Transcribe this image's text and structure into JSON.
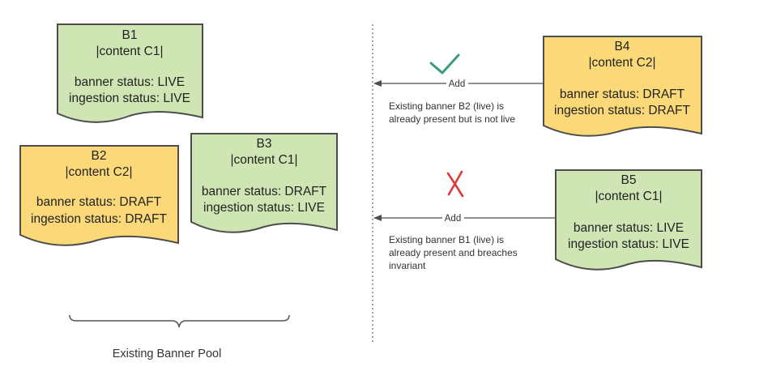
{
  "colors": {
    "green_fill": "#cfe6b4",
    "yellow_fill": "#fbd978",
    "stroke": "#4d4d4d",
    "check": "#3c9a78",
    "cross": "#e0383a"
  },
  "documents": [
    {
      "id": "b1",
      "fill": "green",
      "title": "B1",
      "content": "|content C1|",
      "banner": "banner status: LIVE",
      "ingestion": "ingestion status: LIVE"
    },
    {
      "id": "b2",
      "fill": "yellow",
      "title": "B2",
      "content": "|content C2|",
      "banner": "banner status: DRAFT",
      "ingestion": "ingestion status: DRAFT"
    },
    {
      "id": "b3",
      "fill": "green",
      "title": "B3",
      "content": "|content C1|",
      "banner": "banner status: DRAFT",
      "ingestion": "ingestion status: LIVE"
    },
    {
      "id": "b4",
      "fill": "yellow",
      "title": "B4",
      "content": "|content C2|",
      "banner": "banner status: DRAFT",
      "ingestion": "ingestion status: DRAFT"
    },
    {
      "id": "b5",
      "fill": "green",
      "title": "B5",
      "content": "|content C1|",
      "banner": "banner status: LIVE",
      "ingestion": "ingestion status: LIVE"
    }
  ],
  "edges": [
    {
      "id": "b4-add",
      "label": "Add",
      "result_icon": "check-icon",
      "note": [
        "Existing banner B2 (live) is",
        "already present but is not live"
      ]
    },
    {
      "id": "b5-add",
      "label": "Add",
      "result_icon": "cross-icon",
      "note": [
        "Existing banner B1 (live) is",
        "already present and breaches",
        "invariant"
      ]
    }
  ],
  "pool": {
    "label": "Existing Banner Pool"
  }
}
